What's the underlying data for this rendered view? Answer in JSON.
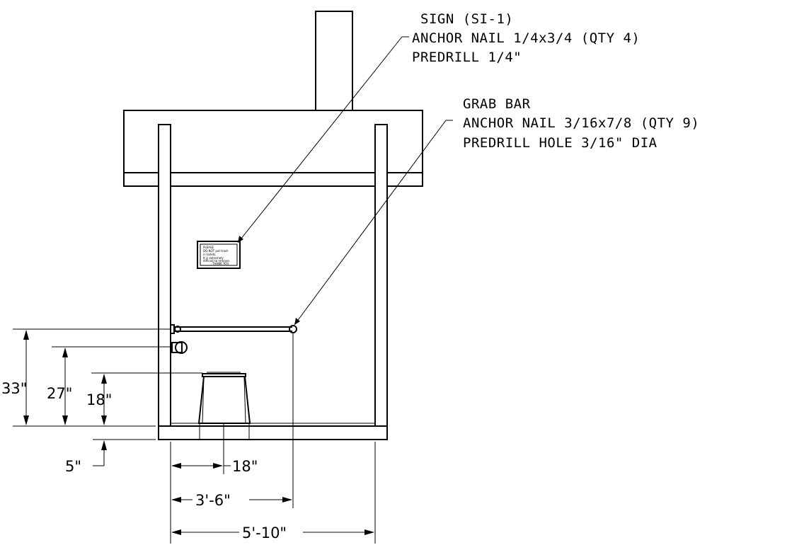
{
  "callouts": {
    "sign": {
      "line1": "SIGN (SI-1)",
      "line2": "ANCHOR NAIL 1/4x3/4 (QTY 4)",
      "line3": "PREDRILL 1/4\""
    },
    "grab_bar": {
      "line1": "GRAB BAR",
      "line2": "ANCHOR NAIL 3/16x7/8 (QTY 9)",
      "line3": "PREDRILL HOLE 3/16\" DIA"
    }
  },
  "dimensions": {
    "grab_bar_height": "33\"",
    "paper_holder_height": "27\"",
    "toilet_height": "18\"",
    "floor_offset": "5\"",
    "toilet_centerline": "18\"",
    "grab_bar_length": "3'-6\"",
    "overall_width": "5'-10\""
  },
  "sign_text": {
    "l1": "PLEASE",
    "l2": "DO NOT put trash",
    "l3": "in toilets.",
    "l4": "It is extremely",
    "l5": "difficult to remove.",
    "l6": "THANK YOU"
  }
}
